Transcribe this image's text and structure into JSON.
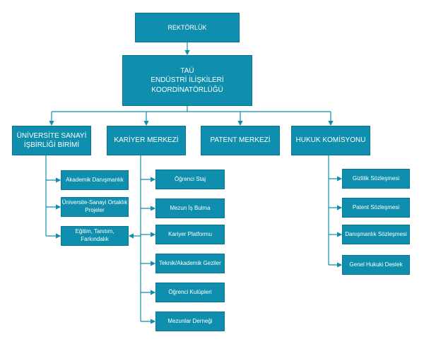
{
  "colors": {
    "box_fill": "#0f8fad",
    "box_border": "#0b7590",
    "connector": "#0f8fad",
    "text": "#ffffff"
  },
  "org": {
    "rektorluk": "REKTÖRLÜK",
    "coordinator": "TAÜ\nENDÜSTRİ İLİŞKİLERİ KOORDİNATÖRLÜĞÜ",
    "departments": [
      {
        "label": "ÜNİVERSİTE SANAYİ\nİŞBİRLİĞİ BİRİMİ",
        "children": [
          "Akademik Danışmanlık",
          "Üniversite-Sanayi Ortaklık\nProjeler",
          "Eğitim, Tanıtım,\nFarkındalık"
        ]
      },
      {
        "label": "KARİYER MERKEZİ",
        "children": [
          "Öğrenci Staj",
          "Mezun İş Bulma",
          "Kariyer Platformu",
          "Teknik/Akademik Geziler",
          "Öğrenci Kulüpleri",
          "Mezunlar Derneği"
        ]
      },
      {
        "label": "PATENT MERKEZİ",
        "children": []
      },
      {
        "label": "HUKUK KOMİSYONU",
        "children": [
          "Gizlilik Sözleşmesi",
          "Patent Sözleşmesi",
          "Danışmanlık Sözleşmesi",
          "Genel Hukuki Destek"
        ]
      }
    ]
  }
}
